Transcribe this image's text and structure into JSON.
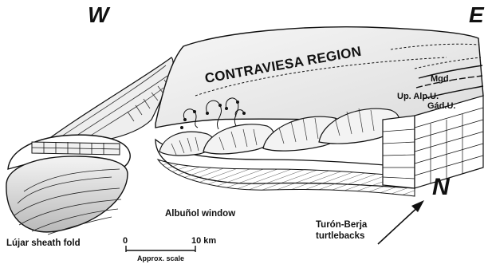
{
  "compass": {
    "west": "W",
    "east": "E",
    "north": "N"
  },
  "labels": {
    "region": "CONTRAVIESA REGION",
    "mgd": "Mgd.",
    "up_alp": "Up. Alp.U.",
    "gad": "Gád.U.",
    "window": "Albuñol window",
    "sheath_fold": "Lújar sheath fold",
    "turtlebacks_line1": "Turón-Berja",
    "turtlebacks_line2": "turtlebacks"
  },
  "scale": {
    "start": "0",
    "end": "10 km",
    "caption": "Approx. scale"
  }
}
